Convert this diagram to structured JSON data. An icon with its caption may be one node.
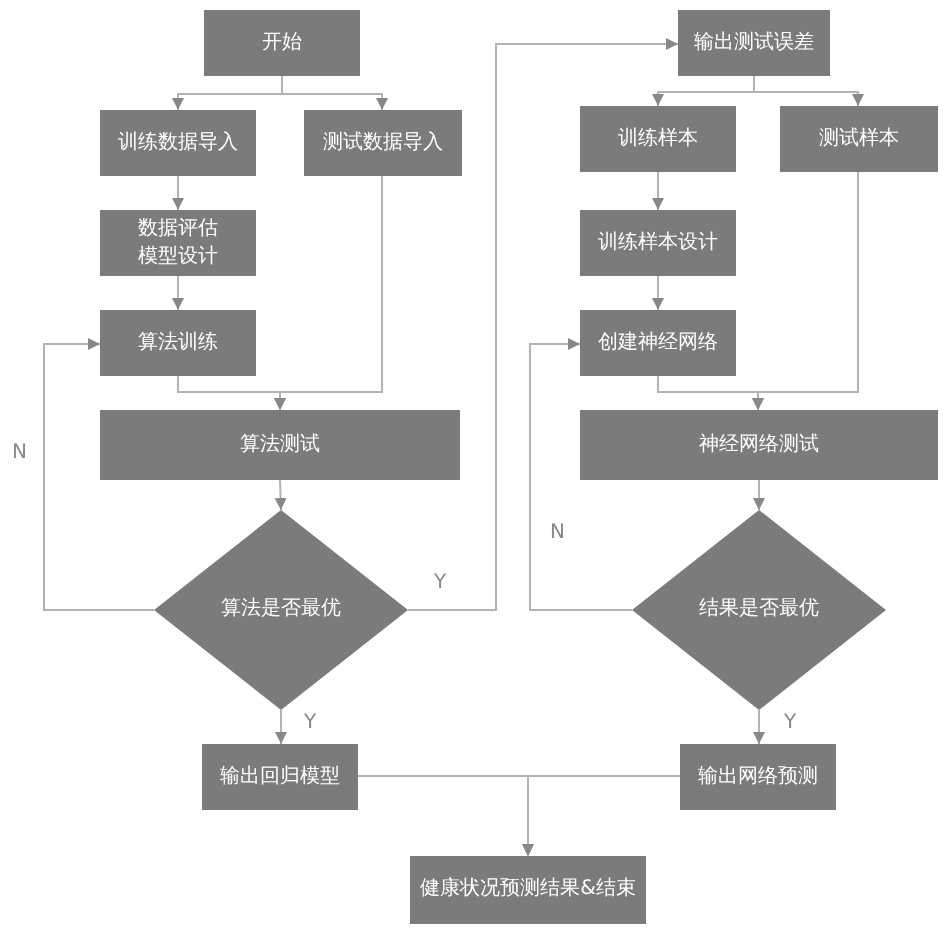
{
  "diagram": {
    "nodes": [
      {
        "text": [
          "开始"
        ]
      },
      {
        "text": [
          "训练数据导入"
        ]
      },
      {
        "text": [
          "测试数据导入"
        ]
      },
      {
        "text": [
          "数据评估模型设计"
        ]
      },
      {
        "text": [
          "算法训练"
        ]
      },
      {
        "text": [
          "算法测试"
        ]
      },
      {
        "text": [
          "算法是否最优"
        ]
      },
      {
        "text": [
          "输出回归模型"
        ]
      },
      {
        "text": [
          "输出测试误差"
        ]
      },
      {
        "text": [
          "训练样本"
        ]
      },
      {
        "text": [
          "测试样本"
        ]
      },
      {
        "text": [
          "训练样本设计"
        ]
      },
      {
        "text": [
          "创建神经网络"
        ]
      },
      {
        "text": [
          "神经网络测试"
        ]
      },
      {
        "text": [
          "结果是否最优"
        ]
      },
      {
        "text": [
          "输出网络预测"
        ]
      },
      {
        "text": [
          "健康状况预测结果&结束"
        ]
      }
    ],
    "edges": [
      {
        "from": 0,
        "to": 1,
        "arrow": "to"
      },
      {
        "from": 0,
        "to": 2,
        "arrow": "to"
      },
      {
        "from": 1,
        "to": 3,
        "arrow": "to"
      },
      {
        "from": 3,
        "to": 4,
        "arrow": "to"
      },
      {
        "from": 4,
        "to": 5,
        "arrow": "to"
      },
      {
        "from": 2,
        "to": 5,
        "arrow": "to"
      },
      {
        "from": 5,
        "to": 6,
        "arrow": "to"
      },
      {
        "from": 6,
        "to": 4,
        "arrow": "to",
        "label": "N"
      },
      {
        "from": 6,
        "to": 8,
        "arrow": "to",
        "label": "Y"
      },
      {
        "from": 6,
        "to": 7,
        "arrow": "to",
        "label": "Y"
      },
      {
        "from": 8,
        "to": 9,
        "arrow": "to"
      },
      {
        "from": 8,
        "to": 10,
        "arrow": "to"
      },
      {
        "from": 9,
        "to": 11,
        "arrow": "to"
      },
      {
        "from": 11,
        "to": 12,
        "arrow": "to"
      },
      {
        "from": 12,
        "to": 13,
        "arrow": "to"
      },
      {
        "from": 10,
        "to": 13,
        "arrow": "to"
      },
      {
        "from": 13,
        "to": 14,
        "arrow": "to"
      },
      {
        "from": 14,
        "to": 12,
        "arrow": "to",
        "label": "N"
      },
      {
        "from": 14,
        "to": 15,
        "arrow": "to",
        "label": "Y"
      },
      {
        "from": 7,
        "to": 16,
        "arrow": "to"
      },
      {
        "from": 15,
        "to": 16,
        "arrow": "to"
      }
    ]
  }
}
